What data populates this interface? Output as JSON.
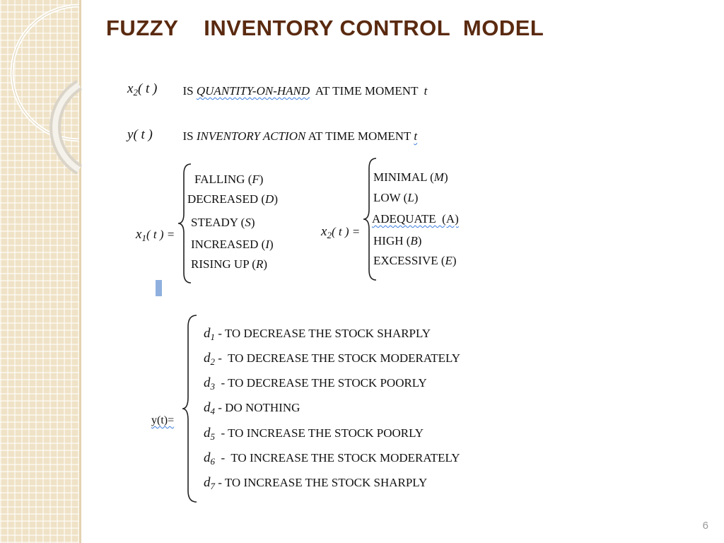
{
  "title": "FUZZY    INVENTORY CONTROL  MODEL",
  "definitions": [
    {
      "var": "x",
      "sub": "2",
      "arg": "( t )",
      "pre": "IS ",
      "italic": "QUANTITY-ON-HAND",
      "post": "  AT TIME MOMENT  ",
      "tail": "t"
    },
    {
      "var": "y",
      "sub": "",
      "arg": "( t )",
      "pre": "IS ",
      "italic": "INVENTORY ACTION",
      "post": " AT TIME MOMENT ",
      "tail": "t"
    }
  ],
  "x1": {
    "var": "x",
    "sub": "1",
    "arg": "( t ) =",
    "items": [
      {
        "pre": "FALLING (",
        "it": "F",
        "post": ")"
      },
      {
        "pre": "DECREASED (",
        "it": "D",
        "post": ")"
      },
      {
        "pre": "STEADY (",
        "it": "S",
        "post": ")"
      },
      {
        "pre": "INCREASED (",
        "it": "I",
        "post": ")"
      },
      {
        "pre": "RISING UP (",
        "it": "R",
        "post": ")"
      }
    ]
  },
  "x2": {
    "var": "x",
    "sub": "2",
    "arg": "( t ) =",
    "items": [
      {
        "pre": "MINIMAL (",
        "it": "M",
        "post": ")"
      },
      {
        "pre": "LOW (",
        "it": "L",
        "post": ")"
      },
      {
        "pre": "ADEQUATE  (A)",
        "it": "",
        "post": ""
      },
      {
        "pre": "HIGH (",
        "it": "B",
        "post": ")"
      },
      {
        "pre": "EXCESSIVE (",
        "it": "E",
        "post": ")"
      }
    ]
  },
  "y": {
    "label": "y(t)=",
    "items": [
      {
        "d": "d",
        "sub": "1",
        "text": " - TO DECREASE THE STOCK SHARPLY"
      },
      {
        "d": "d",
        "sub": "2",
        "text": " -  TO DECREASE THE STOCK MODERATELY"
      },
      {
        "d": "d",
        "sub": "3",
        "text": "  - TO DECREASE THE STOCK POORLY"
      },
      {
        "d": "d",
        "sub": "4",
        "text": " - DO NOTHING"
      },
      {
        "d": "d",
        "sub": "5",
        "text": "  - TO INCREASE THE STOCK POORLY"
      },
      {
        "d": "d",
        "sub": "6",
        "text": "  -  TO INCREASE THE STOCK MODERATELY"
      },
      {
        "d": "d",
        "sub": "7",
        "text": " - TO INCREASE THE STOCK SHARPLY"
      }
    ]
  },
  "page_number": "6",
  "colors": {
    "title": "#5a2a10",
    "band": "#efe2c6",
    "marker": "#8fb0df",
    "squiggle": "#3a7be0"
  }
}
